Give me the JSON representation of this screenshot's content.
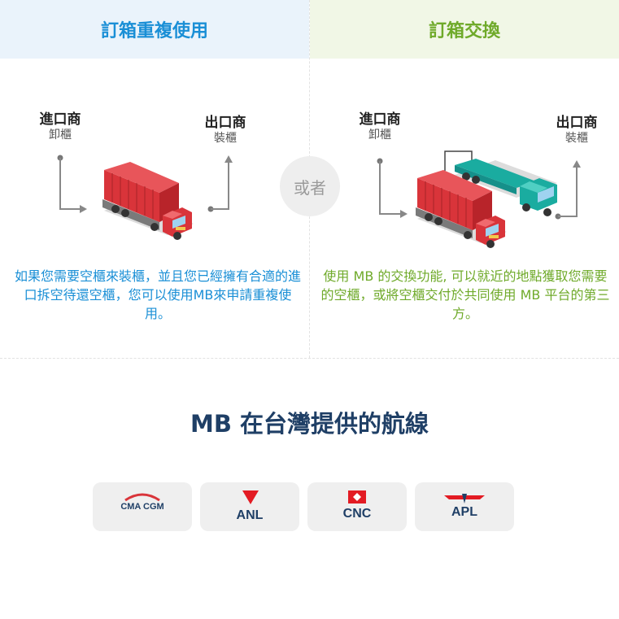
{
  "reuse": {
    "header": "訂箱重複使用",
    "importer": {
      "title": "進口商",
      "sub": "卸櫃"
    },
    "exporter": {
      "title": "出口商",
      "sub": "裝櫃"
    },
    "description": "如果您需要空櫃來裝櫃，並且您已經擁有合適的進口拆空待還空櫃，您可以使用MB來申請重複使用。"
  },
  "or_label": "或者",
  "exchange": {
    "header": "訂箱交換",
    "importer": {
      "title": "進口商",
      "sub": "卸櫃"
    },
    "exporter": {
      "title": "出口商",
      "sub": "裝櫃"
    },
    "description": "使用 MB 的交換功能, 可以就近的地點獲取您需要的空櫃，或將空櫃交付於共同使用 MB 平台的第三方。"
  },
  "carriers_section": {
    "title": "MB 在台灣提供的航線",
    "carriers": [
      {
        "name": "CMA CGM",
        "icon": "cma-cgm-logo"
      },
      {
        "name": "ANL",
        "icon": "anl-logo"
      },
      {
        "name": "CNC",
        "icon": "cnc-logo"
      },
      {
        "name": "APL",
        "icon": "apl-logo"
      }
    ]
  },
  "colors": {
    "reuse_accent": "#1a8fd6",
    "exchange_accent": "#6faa2a",
    "title_navy": "#1f3f66",
    "container_red": "#d9343a",
    "truck_teal": "#1aaca0"
  }
}
